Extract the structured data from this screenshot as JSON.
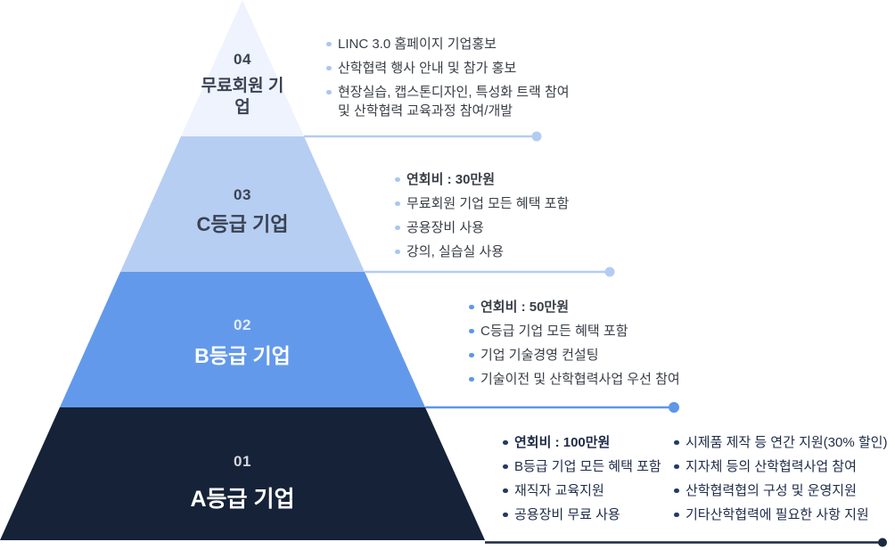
{
  "diagram": {
    "type": "pyramid-membership-tiers",
    "tiers": [
      {
        "number": "04",
        "name": "무료회원 기업",
        "benefits": [
          {
            "text": "LINC 3.0 홈페이지 기업홍보",
            "bold": false
          },
          {
            "text": "산학협력 행사 안내 및 참가 홍보",
            "bold": false
          },
          {
            "text": "현장실습, 캡스톤디자인, 특성화 트랙 참여 및 산학협력 교육과정 참여/개발",
            "bold": false
          }
        ]
      },
      {
        "number": "03",
        "name": "C등급 기업",
        "benefits": [
          {
            "text": "연회비 : 30만원",
            "bold": true
          },
          {
            "text": "무료회원 기업 모든 혜택 포함",
            "bold": false
          },
          {
            "text": "공용장비 사용",
            "bold": false
          },
          {
            "text": "강의, 실습실 사용",
            "bold": false
          }
        ]
      },
      {
        "number": "02",
        "name": "B등급 기업",
        "benefits": [
          {
            "text": "연회비 : 50만원",
            "bold": true
          },
          {
            "text": "C등급 기업 모든 혜택 포함",
            "bold": false
          },
          {
            "text": "기업 기술경영 컨설팅",
            "bold": false
          },
          {
            "text": "기술이전 및 산학협력사업 우선 참여",
            "bold": false
          }
        ]
      },
      {
        "number": "01",
        "name": "A등급 기업",
        "benefits_left": [
          {
            "text": "연회비 : 100만원",
            "bold": true
          },
          {
            "text": "B등급 기업 모든 혜택 포함",
            "bold": false
          },
          {
            "text": "재직자 교육지원",
            "bold": false
          },
          {
            "text": "공용장비 무료 사용",
            "bold": false
          }
        ],
        "benefits_right": [
          {
            "text": "시제품 제작 등 연간 지원(30% 할인)",
            "bold": false
          },
          {
            "text": "지자체 등의 산학협력사업 참여",
            "bold": false
          },
          {
            "text": "산학협력협의 구성 및 운영지원",
            "bold": false
          },
          {
            "text": "기타산학협력에 필요한 사항 지원",
            "bold": false
          }
        ]
      }
    ]
  },
  "colors": {
    "tier_04_fill": "#eef3fd",
    "tier_03_fill": "#b6cef2",
    "tier_02_fill": "#6399ea",
    "tier_01_fill": "#152238",
    "connector_light": "#b3ccf3",
    "connector_medium": "#5e96e9",
    "connector_dark": "#1b2940",
    "bullet_dot_light": "#a9c7f2",
    "bullet_dot_medium": "#5d96ea",
    "bullet_dot_dark": "#243a61",
    "bullet_text": "#393e46",
    "bullet_text_dark_tier": "#1e2b47",
    "label_dark": "#3a4253",
    "label_light": "#ffffff"
  }
}
